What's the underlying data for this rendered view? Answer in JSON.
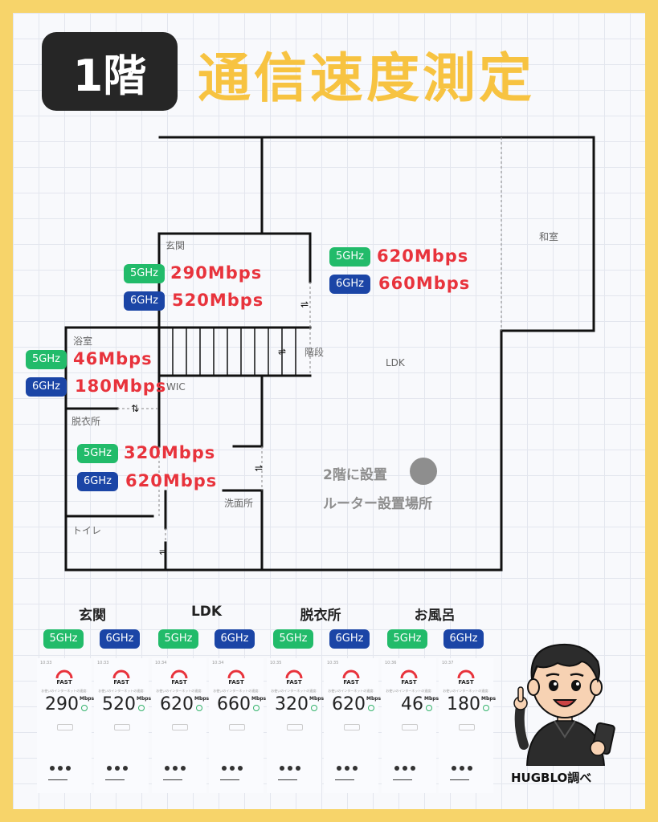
{
  "header": {
    "floor": "1階",
    "title": "通信速度測定"
  },
  "rooms": {
    "genkan": "玄関",
    "washitsu": "和室",
    "yokushitsu": "浴室",
    "kaidan": "階段",
    "ldk": "LDK",
    "wic": "WIC",
    "datsuijo": "脱衣所",
    "senmenjo": "洗面所",
    "toilet": "トイレ"
  },
  "router_note": {
    "line1": "2階に設置",
    "line2": "ルーター設置場所"
  },
  "bands": {
    "g5": "5GHz",
    "g6": "6GHz"
  },
  "measurements": {
    "genkan": {
      "g5": "290Mbps",
      "g6": "520Mbps"
    },
    "ldk": {
      "g5": "620Mbps",
      "g6": "660Mbps"
    },
    "bath": {
      "g5": "46Mbps",
      "g6": "180Mbps"
    },
    "datsuijo": {
      "g5": "320Mbps",
      "g6": "620Mbps"
    }
  },
  "summary": {
    "columns": [
      {
        "title": "玄関",
        "shots": [
          {
            "band": "5GHz",
            "value": "290",
            "time": "10:33"
          },
          {
            "band": "6GHz",
            "value": "520",
            "time": "10:33"
          }
        ]
      },
      {
        "title": "LDK",
        "shots": [
          {
            "band": "5GHz",
            "value": "620",
            "time": "10:34"
          },
          {
            "band": "6GHz",
            "value": "660",
            "time": "10:34"
          }
        ]
      },
      {
        "title": "脱衣所",
        "shots": [
          {
            "band": "5GHz",
            "value": "320",
            "time": "10:35"
          },
          {
            "band": "6GHz",
            "value": "620",
            "time": "10:35"
          }
        ]
      },
      {
        "title": "お風呂",
        "shots": [
          {
            "band": "5GHz",
            "value": "46",
            "time": "10:36"
          },
          {
            "band": "6GHz",
            "value": "180",
            "time": "10:37"
          }
        ]
      }
    ],
    "speedtest_brand": "FAST",
    "speedtest_caption": "お使いのインターネットの速度:",
    "unit": "Mbps"
  },
  "credit": "HUGBLO調べ",
  "colors": {
    "g5": "#22bb6a",
    "g6": "#1b45a6",
    "speed": "#e8333c",
    "title": "#f7c341",
    "frame": "#f7d46a"
  }
}
